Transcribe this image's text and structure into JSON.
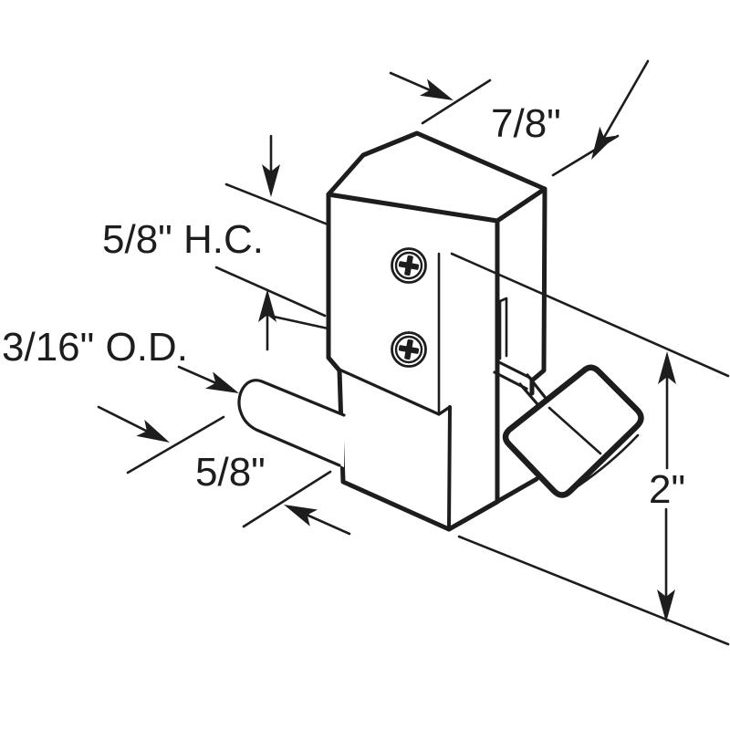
{
  "diagram": {
    "background_color": "#ffffff",
    "line_color": "#1d1d1d",
    "labels": {
      "top_width": "7/8\"",
      "hole_centers": "5/8\" H.C.",
      "pin_outer_diameter": "3/16\" O.D.",
      "pin_length": "5/8\"",
      "overall_height": "2\""
    }
  }
}
